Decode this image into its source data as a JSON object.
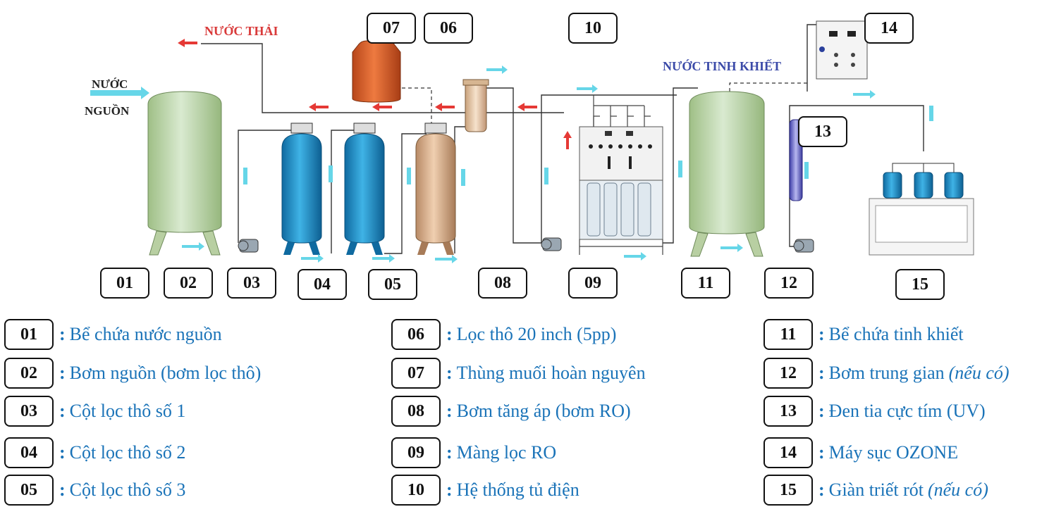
{
  "labels": {
    "source_water_line1": "NƯỚC",
    "source_water_line2": "NGUỒN",
    "waste_water": "NƯỚC THẢI",
    "pure_water": "NƯỚC TINH KHIẾT"
  },
  "diagram_numbers": {
    "n01": "01",
    "n02": "02",
    "n03": "03",
    "n04": "04",
    "n05": "05",
    "n06": "06",
    "n07": "07",
    "n08": "08",
    "n09": "09",
    "n10": "10",
    "n11": "11",
    "n12": "12",
    "n13": "13",
    "n14": "14",
    "n15": "15"
  },
  "legend": [
    {
      "num": "01",
      "text": "Bể chứa nước nguồn",
      "note": ""
    },
    {
      "num": "02",
      "text": "Bơm nguồn (bơm lọc thô)",
      "note": ""
    },
    {
      "num": "03",
      "text": "Cột lọc thô số 1",
      "note": ""
    },
    {
      "num": "04",
      "text": "Cột lọc thô số 2",
      "note": ""
    },
    {
      "num": "05",
      "text": "Cột lọc thô số 3",
      "note": ""
    },
    {
      "num": "06",
      "text": "Lọc thô 20 inch (5pp)",
      "note": ""
    },
    {
      "num": "07",
      "text": "Thùng muối hoàn nguyên",
      "note": ""
    },
    {
      "num": "08",
      "text": "Bơm tăng áp (bơm RO)",
      "note": ""
    },
    {
      "num": "09",
      "text": "Màng lọc RO",
      "note": ""
    },
    {
      "num": "10",
      "text": "Hệ thống tủ điện",
      "note": ""
    },
    {
      "num": "11",
      "text": "Bể chứa tinh khiết",
      "note": ""
    },
    {
      "num": "12",
      "text": "Bơm trung gian",
      "note": "(nếu có)"
    },
    {
      "num": "13",
      "text": "Đen tia cực tím (UV)",
      "note": ""
    },
    {
      "num": "14",
      "text": "Máy sục OZONE",
      "note": ""
    },
    {
      "num": "15",
      "text": "Giàn triết rót",
      "note": "(nếu có)"
    }
  ],
  "colors": {
    "tank_green": "#c9dcb0",
    "filter_blue": "#1f8fc9",
    "filter_tan": "#d8b08a",
    "salt_tank": "#d8652e",
    "arrow_cyan": "#66d6e8",
    "arrow_red": "#e53935",
    "legend_text": "#1a73b8",
    "waste_label": "#d93a3a",
    "pure_label": "#3b4aa8"
  },
  "icons": [
    "tank-icon",
    "pump-icon",
    "filter-column-icon",
    "salt-tank-icon",
    "cartridge-filter-icon",
    "ro-membrane-rack-icon",
    "uv-lamp-icon",
    "ozone-generator-icon",
    "filling-station-icon",
    "flow-arrow-icon"
  ]
}
